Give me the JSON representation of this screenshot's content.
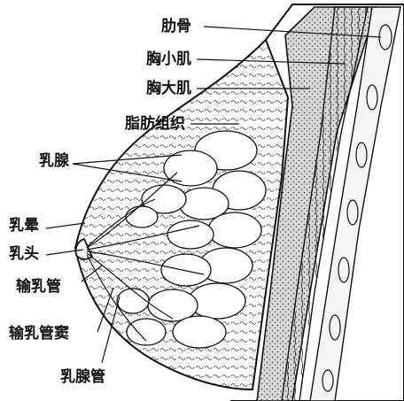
{
  "labels": {
    "rib": "肋骨",
    "pectoralis_minor": "胸小肌",
    "pectoralis_major": "胸大肌",
    "fat_tissue": "脂肪组织",
    "mammary_gland": "乳腺",
    "areola": "乳晕",
    "nipple": "乳头",
    "lactiferous_duct": "输乳管",
    "lactiferous_sinus": "输乳管窦",
    "mammary_duct": "乳腺管"
  }
}
